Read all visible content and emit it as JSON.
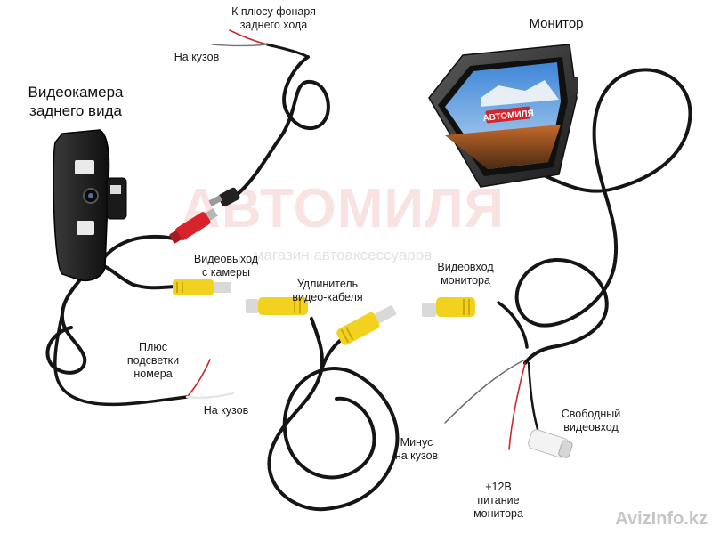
{
  "watermark": {
    "brand_a": "АВТО",
    "brand_b": "МИЛЯ",
    "subtitle": "магазин автоаксессуаров",
    "corner": "AvizInfo.kz"
  },
  "screen_brand": "АВТОМИЛЯ",
  "labels": {
    "camera": "Видеокамера\nзаднего вида",
    "monitor": "Монитор",
    "reverse_light_plus": "К плюсу фонаря\nзаднего хода",
    "ground_top": "На кузов",
    "video_out_camera": "Видеовыход\nс камеры",
    "extension_cable": "Удлинитель\nвидео-кабеля",
    "video_in_monitor": "Видеовход\nмонитора",
    "plate_light_plus": "Плюс\nподсветки\nномера",
    "ground_bottom": "На кузов",
    "minus_ground": "Минус\nна кузов",
    "power_12v": "+12В\nпитание\nмонитора",
    "free_video_in": "Свободный\nвидеовход"
  },
  "colors": {
    "cable": "#151515",
    "rca_yellow": "#f2d21e",
    "rca_red": "#d8232a",
    "wire_red": "#cc2a2a",
    "wire_white": "#e6e6e6",
    "camera_body": "#1e1e1e",
    "monitor_body": "#2a2a2a"
  }
}
